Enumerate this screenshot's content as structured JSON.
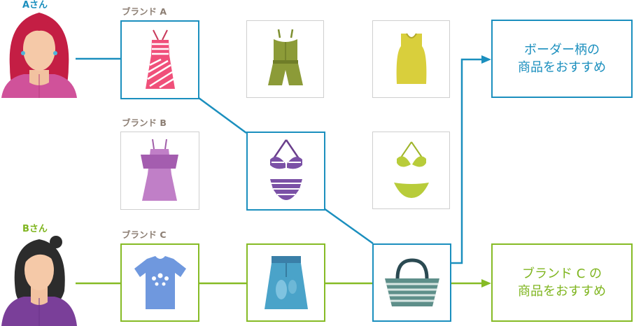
{
  "users": {
    "a": {
      "name": "Aさん"
    },
    "b": {
      "name": "Bさん"
    }
  },
  "brands": {
    "a": "ブランド A",
    "b": "ブランド B",
    "c": "ブランド C"
  },
  "recommendations": {
    "a": {
      "line1": "ボーダー柄の",
      "line2": "商品をおすすめ"
    },
    "b": {
      "line1": "ブランド C の",
      "line2": "商品をおすすめ"
    }
  },
  "colors": {
    "user_a_path": "#1b8fbe",
    "user_b_path": "#86bb25",
    "brand_label": "#8c7e73",
    "plain_border": "#cfcfcf"
  },
  "items": [
    {
      "id": "striped-dress",
      "icon": "striped-sundress-icon",
      "brand": "ブランド A",
      "path": "a"
    },
    {
      "id": "green-romper",
      "icon": "olive-romper-icon",
      "brand": "ブランド A",
      "path": "none"
    },
    {
      "id": "yellow-tank",
      "icon": "yellow-tank-top-icon",
      "brand": "ブランド A",
      "path": "none"
    },
    {
      "id": "purple-dress",
      "icon": "purple-ruffle-dress-icon",
      "brand": "ブランド B",
      "path": "none"
    },
    {
      "id": "striped-bikini",
      "icon": "striped-bikini-icon",
      "brand": "ブランド B",
      "path": "a"
    },
    {
      "id": "lime-bikini",
      "icon": "lime-bikini-icon",
      "brand": "ブランド B",
      "path": "none"
    },
    {
      "id": "blue-tshirt",
      "icon": "blue-tshirt-icon",
      "brand": "ブランド C",
      "path": "b"
    },
    {
      "id": "denim-skirt",
      "icon": "denim-skirt-icon",
      "brand": "ブランド C",
      "path": "b"
    },
    {
      "id": "striped-bag",
      "icon": "striped-tote-bag-icon",
      "brand": "ブランド C",
      "path": "a,b"
    }
  ]
}
